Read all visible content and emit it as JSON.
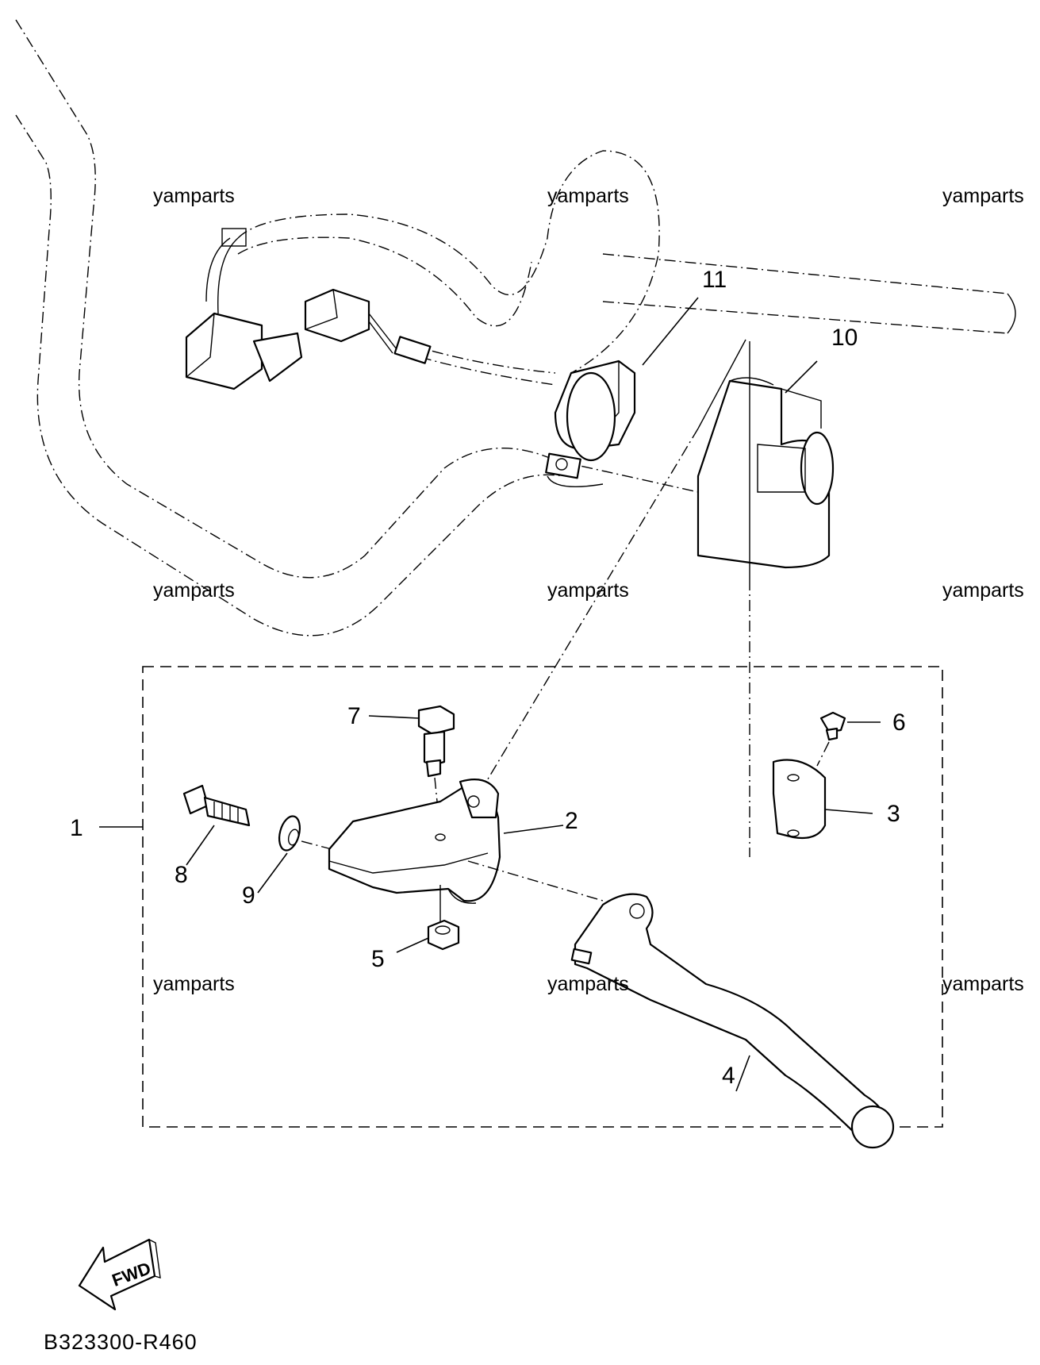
{
  "callouts": [
    "1",
    "2",
    "3",
    "4",
    "5",
    "6",
    "7",
    "8",
    "9",
    "10",
    "11"
  ],
  "watermarks": [
    "yamparts",
    "yamparts",
    "yamparts",
    "yamparts",
    "yamparts",
    "yamparts",
    "yamparts",
    "yamparts",
    "yamparts"
  ],
  "direction_label": "FWD",
  "diagram_code": "B323300-R460"
}
